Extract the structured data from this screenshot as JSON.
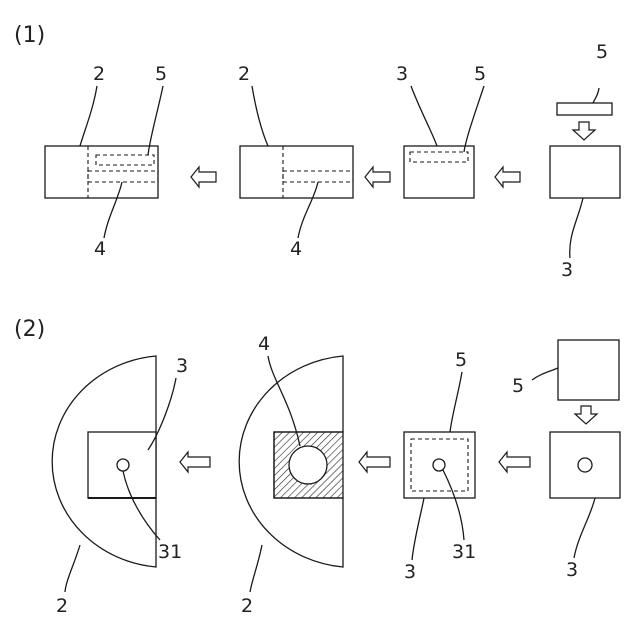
{
  "section1": {
    "label": "(1)"
  },
  "section2": {
    "label": "(2)"
  },
  "labels": {
    "l1_a2": "2",
    "l1_a5": "5",
    "l1_a4": "4",
    "l1_b2": "2",
    "l1_b4": "4",
    "l1_c3": "3",
    "l1_c5": "5",
    "l1_d5": "5",
    "l1_d3": "3",
    "l2_a3": "3",
    "l2_a31": "31",
    "l2_a2": "2",
    "l2_b4": "4",
    "l2_b2": "2",
    "l2_c5": "5",
    "l2_c31": "31",
    "l2_c3": "3",
    "l2_d5": "5",
    "l2_d3": "3"
  },
  "colors": {
    "stroke": "#1a1a1a",
    "text": "#222222"
  }
}
